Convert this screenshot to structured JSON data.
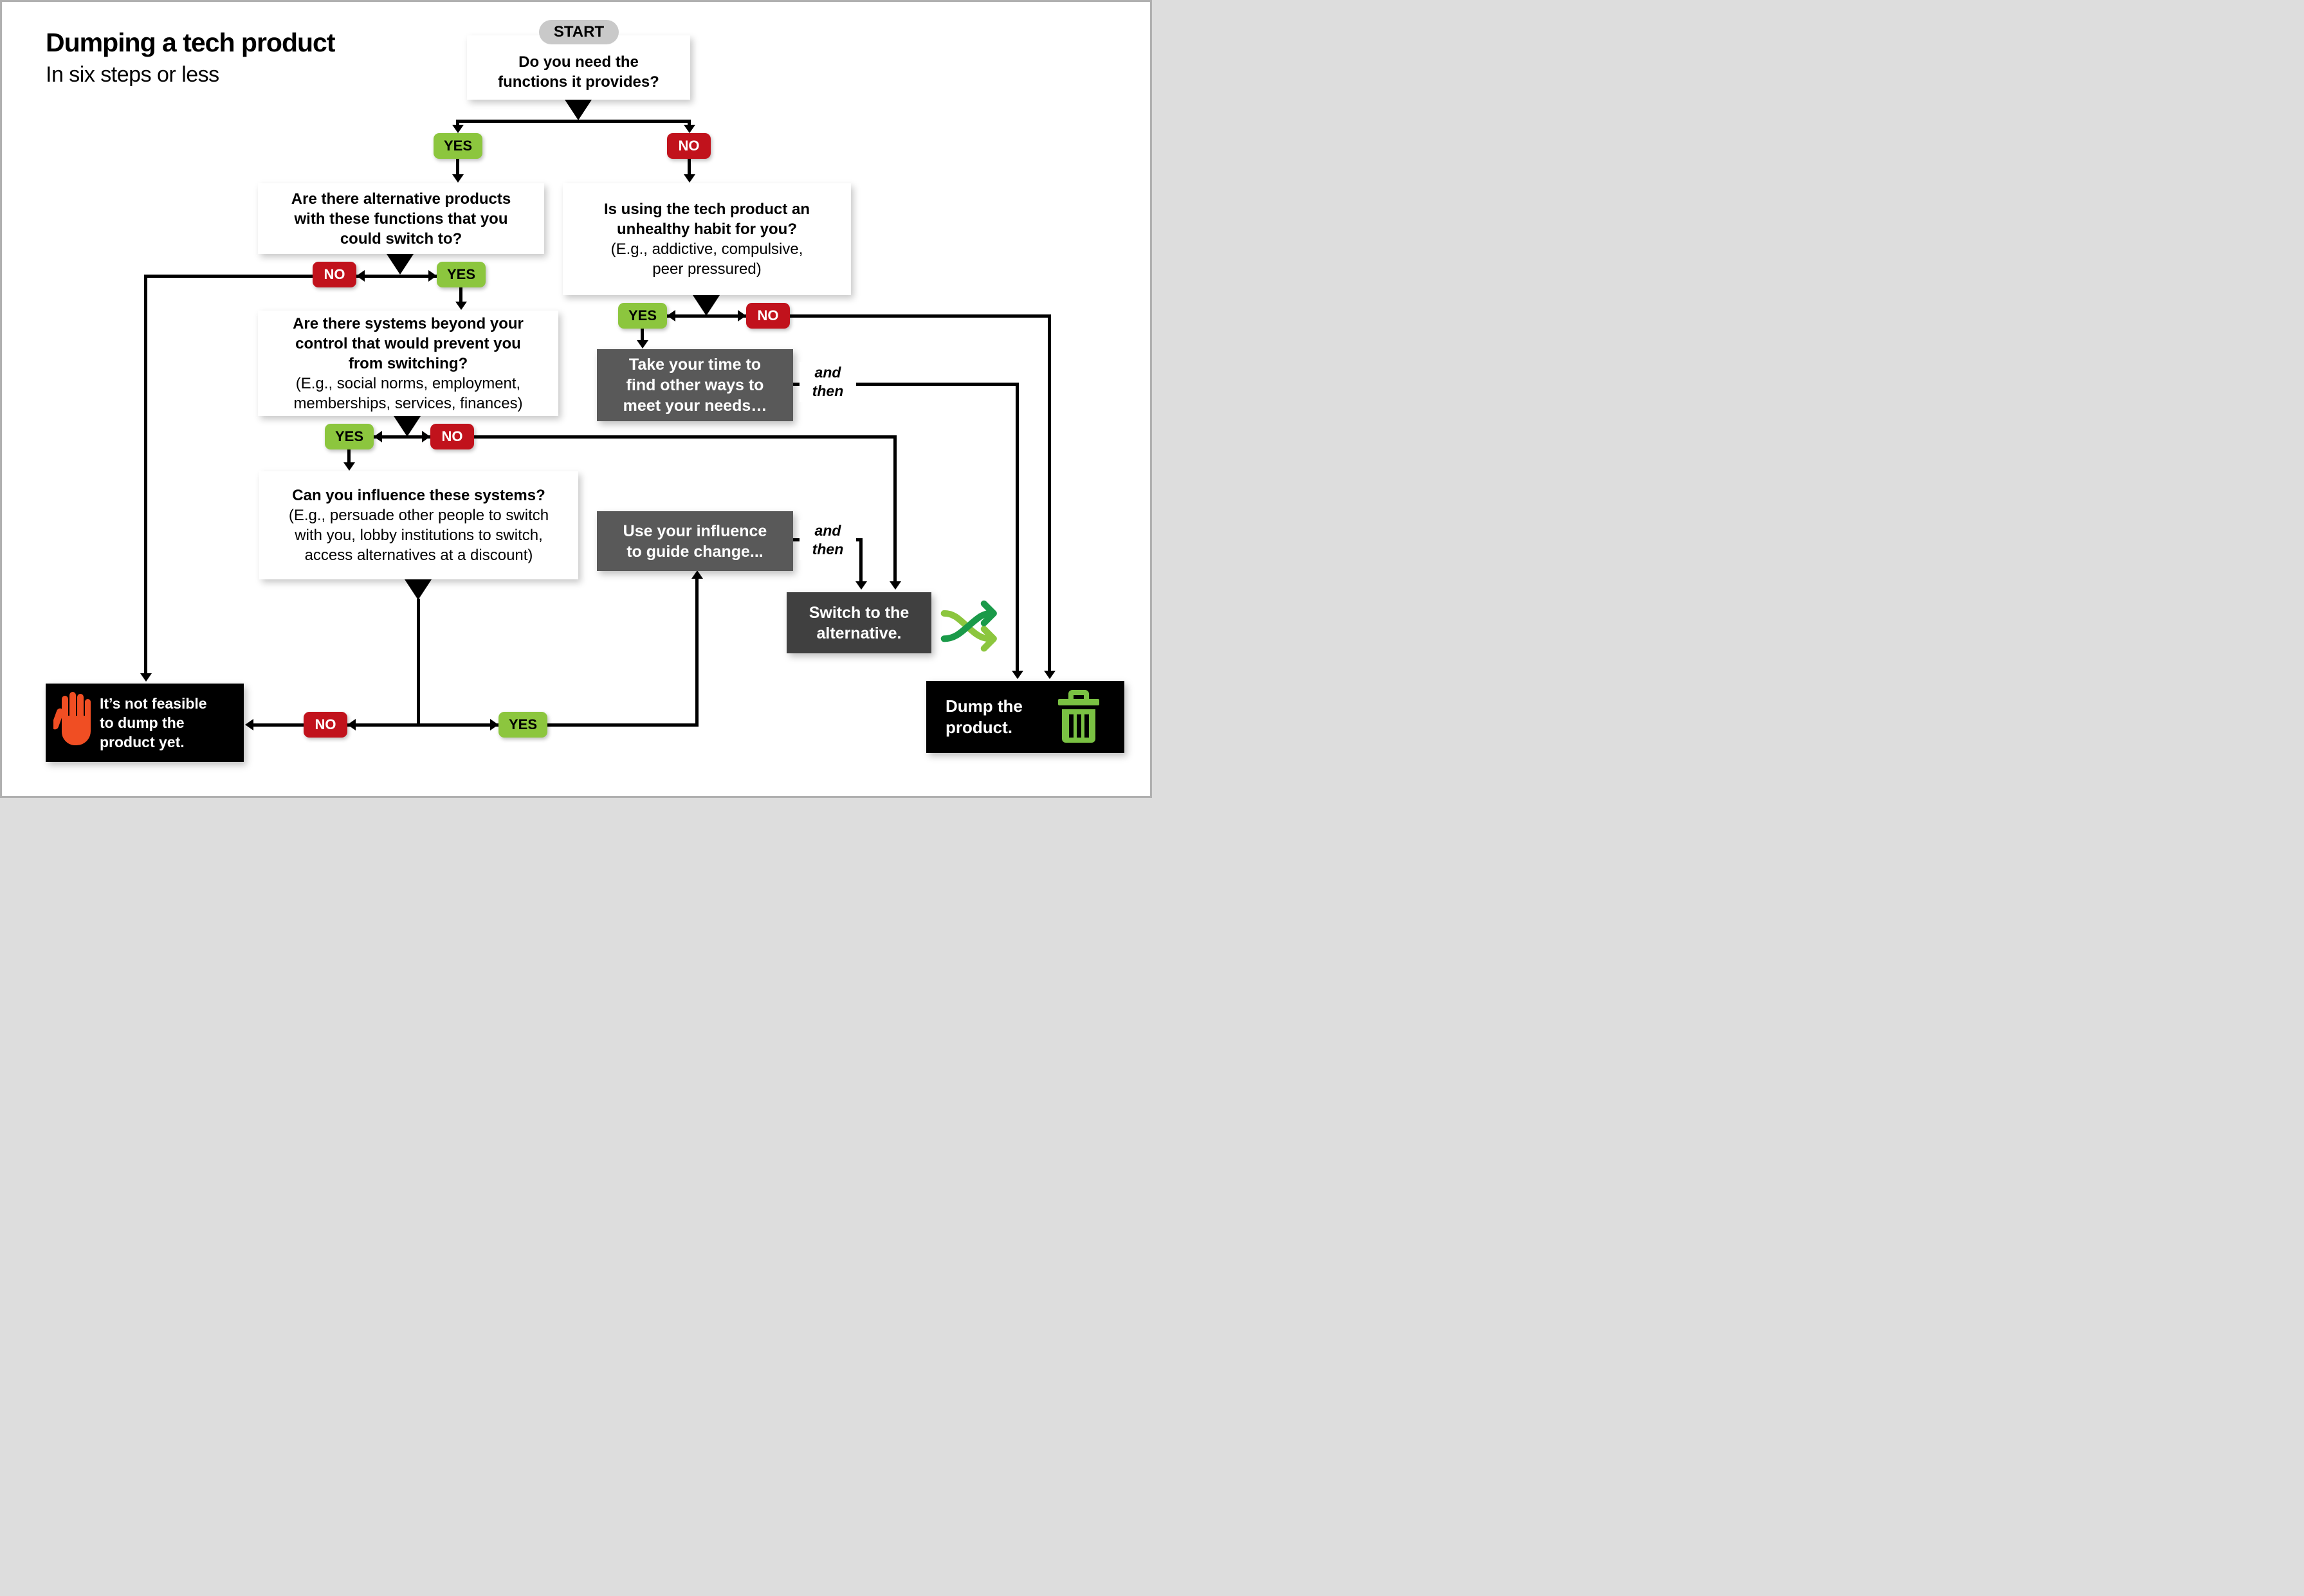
{
  "title": "Dumping a tech product",
  "subtitle": "In six steps or less",
  "start_label": "START",
  "badge_yes": "YES",
  "badge_no": "NO",
  "and_then": {
    "line1": "and",
    "line2": "then"
  },
  "questions": {
    "need_functions": {
      "lines": [
        "Do you need the",
        "functions it provides?"
      ]
    },
    "alternatives": {
      "lines": [
        "Are there alternative products",
        "with these functions that you",
        "could switch to?"
      ]
    },
    "unhealthy_habit": {
      "lines": [
        "Is using the tech product an",
        "unhealthy habit for you?",
        "(E.g., addictive, compulsive,",
        "peer pressured)"
      ]
    },
    "systems_beyond_control": {
      "lines": [
        "Are there systems beyond your",
        "control that would prevent you",
        "from switching?",
        "(E.g., social norms, employment,",
        "memberships, services, finances)"
      ]
    },
    "influence_systems": {
      "lines": [
        "Can you influence these systems?",
        "(E.g., persuade other people to switch",
        "with you, lobby institutions to switch,",
        "access alternatives at a discount)"
      ]
    }
  },
  "actions": {
    "take_time": {
      "lines": [
        "Take your time to",
        "find other ways to",
        "meet your needs…"
      ]
    },
    "use_influence": {
      "lines": [
        "Use your influence",
        "to guide change..."
      ]
    },
    "switch_alternative": {
      "lines": [
        "Switch to the",
        "alternative."
      ]
    }
  },
  "terminals": {
    "not_feasible": {
      "lines": [
        "It’s not feasible",
        "to dump the",
        "product yet."
      ]
    },
    "dump": {
      "lines": [
        "Dump the",
        "product."
      ]
    }
  },
  "icons": {
    "hand": "stop-hand-icon",
    "trash": "trash-can-icon",
    "shuffle": "shuffle-arrows-icon"
  },
  "colors": {
    "yes_green": "#8cc63e",
    "no_red": "#c1121c",
    "action_gray": "#595959",
    "switch_gray": "#404040",
    "terminal_black": "#000000",
    "start_gray": "#c9c9c9",
    "hand_orange": "#f04e23",
    "trash_green": "#7ac143",
    "shuffle_dark_green": "#1a9a49",
    "shuffle_light_green": "#8cc63e",
    "line_black": "#000000"
  }
}
